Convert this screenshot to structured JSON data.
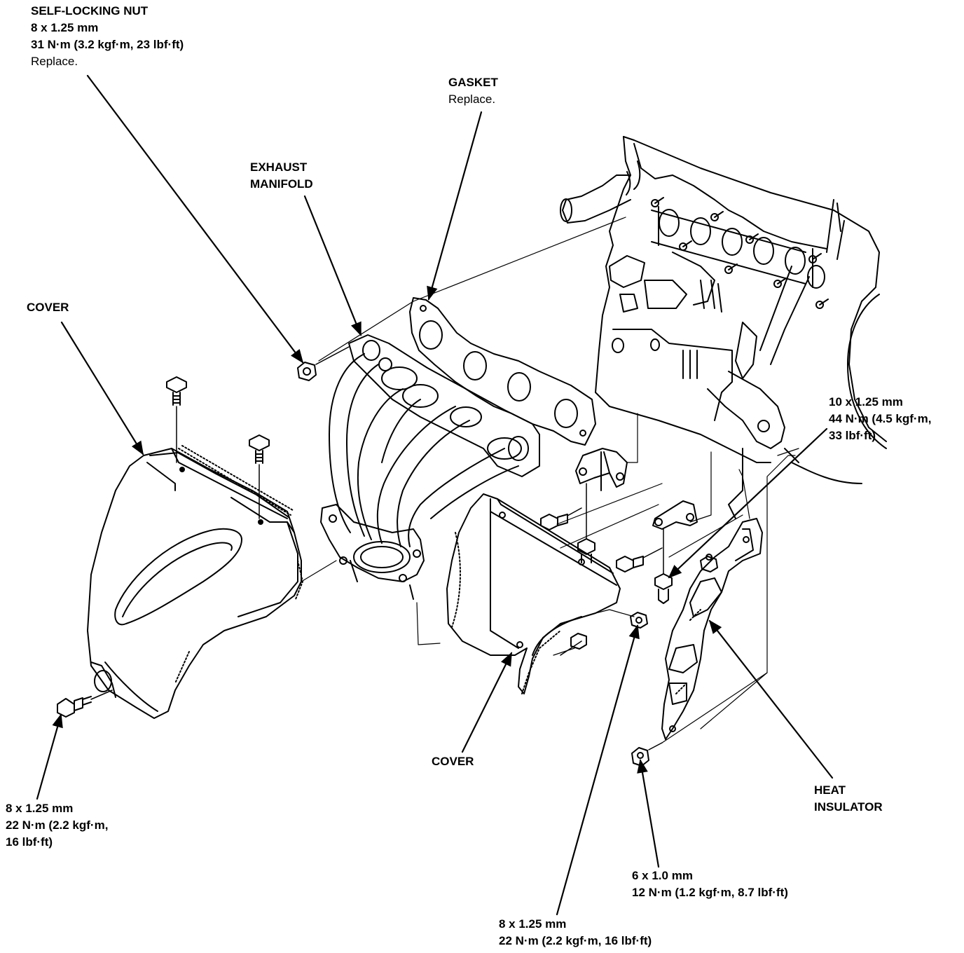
{
  "labels": {
    "self_locking_nut": {
      "title": "SELF-LOCKING NUT",
      "size": "8 x 1.25 mm",
      "torque": "31 N·m (3.2 kgf·m, 23 lbf·ft)",
      "note": "Replace."
    },
    "gasket": {
      "title": "GASKET",
      "note": "Replace."
    },
    "exhaust_manifold": {
      "line1": "EXHAUST",
      "line2": "MANIFOLD"
    },
    "cover_left": {
      "title": "COVER"
    },
    "cover_bottom": {
      "title": "COVER"
    },
    "bolt_10": {
      "size": "10 x 1.25 mm",
      "torque1": "44 N·m (4.5 kgf·m,",
      "torque2": "33 lbf·ft)"
    },
    "bolt_8_left": {
      "size": "8 x 1.25 mm",
      "torque1": "22 N·m (2.2 kgf·m,",
      "torque2": "16 lbf·ft)"
    },
    "heat_insulator": {
      "line1": "HEAT",
      "line2": "INSULATOR"
    },
    "bolt_6": {
      "size": "6 x 1.0 mm",
      "torque": "12 N·m (1.2 kgf·m, 8.7 lbf·ft)"
    },
    "bolt_8_bottom": {
      "size": "8 x 1.25 mm",
      "torque": "22 N·m (2.2 kgf·m, 16 lbf·ft)"
    }
  }
}
